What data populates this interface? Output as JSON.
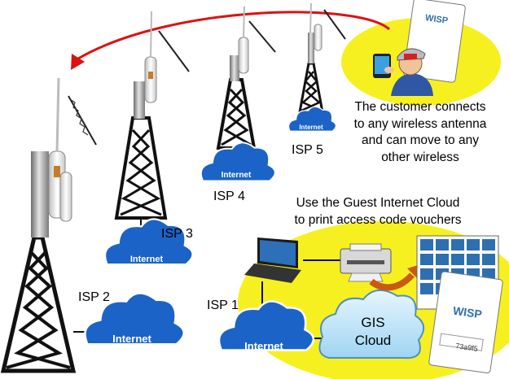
{
  "labels": {
    "isp1": "ISP 1",
    "isp2": "ISP 2",
    "isp3": "ISP 3",
    "isp4": "ISP 4",
    "isp5": "ISP 5",
    "cloud_text": "Internet",
    "gis_line1": "GIS",
    "gis_line2": "Cloud",
    "callout_line1": "The customer connects",
    "callout_line2": "to any wireless antenna",
    "callout_line3": "and can move to any",
    "callout_line4": "other wireless",
    "caption_line1": "Use the Guest Internet Cloud",
    "caption_line2": "to print access code vouchers",
    "voucher_brand": "WISP",
    "voucher_code": "73a9f5"
  },
  "colors": {
    "arrow": "#dd1111",
    "bubble": "#f7f020",
    "internet_cloud": "#1b63c6",
    "gis_cloud": "#b8e2f7",
    "tower": "#111111"
  }
}
